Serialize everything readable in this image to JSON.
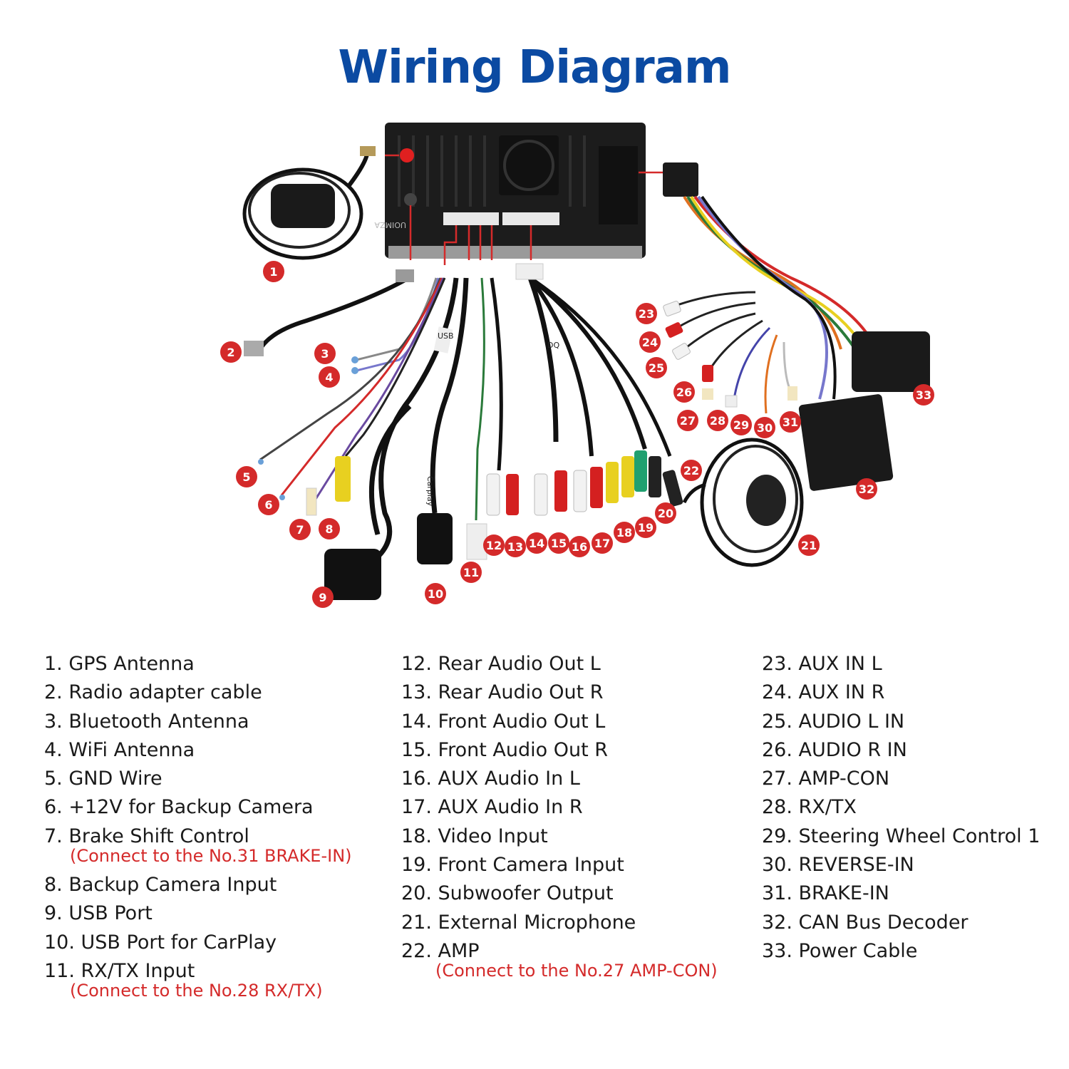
{
  "title": "Wiring Diagram",
  "unit_label": "UOIMZA",
  "cable_labels": {
    "usb": "USB",
    "carplay": "Carplay",
    "dq": "DQ"
  },
  "legend": {
    "col1": [
      {
        "text": "1. GPS Antenna"
      },
      {
        "text": "2. Radio adapter cable"
      },
      {
        "text": "3. Bluetooth Antenna"
      },
      {
        "text": "4. WiFi Antenna"
      },
      {
        "text": "5. GND Wire"
      },
      {
        "text": "6. +12V for Backup Camera"
      },
      {
        "text": "7. Brake Shift Control",
        "note": "(Connect to the No.31 BRAKE-IN)"
      },
      {
        "text": "8. Backup Camera Input"
      },
      {
        "text": "9. USB Port"
      },
      {
        "text": "10. USB Port for CarPlay"
      },
      {
        "text": "11. RX/TX Input",
        "note": "(Connect to the No.28 RX/TX)"
      }
    ],
    "col2": [
      {
        "text": "12. Rear Audio Out L"
      },
      {
        "text": "13. Rear Audio Out R"
      },
      {
        "text": "14. Front Audio Out L"
      },
      {
        "text": "15. Front Audio Out R"
      },
      {
        "text": "16. AUX Audio In L"
      },
      {
        "text": "17. AUX Audio In R"
      },
      {
        "text": "18. Video Input"
      },
      {
        "text": "19. Front Camera Input"
      },
      {
        "text": "20. Subwoofer Output"
      },
      {
        "text": "21. External Microphone"
      },
      {
        "text": "22. AMP",
        "note": "(Connect to the No.27 AMP-CON)"
      }
    ],
    "col3": [
      {
        "text": "23. AUX IN L"
      },
      {
        "text": "24. AUX IN R"
      },
      {
        "text": "25. AUDIO L IN"
      },
      {
        "text": "26. AUDIO R IN"
      },
      {
        "text": "27. AMP-CON"
      },
      {
        "text": "28. RX/TX"
      },
      {
        "text": "29. Steering Wheel Control 1"
      },
      {
        "text": "30. REVERSE-IN"
      },
      {
        "text": "31. BRAKE-IN"
      },
      {
        "text": "32. CAN Bus Decoder"
      },
      {
        "text": "33. Power Cable"
      }
    ]
  },
  "badges": [
    "1",
    "2",
    "3",
    "4",
    "5",
    "6",
    "7",
    "8",
    "9",
    "10",
    "11",
    "12",
    "13",
    "14",
    "15",
    "16",
    "17",
    "18",
    "19",
    "20",
    "21",
    "22",
    "23",
    "24",
    "25",
    "26",
    "27",
    "28",
    "29",
    "30",
    "31",
    "32",
    "33"
  ],
  "colors": {
    "title": "#0b4aa2",
    "badge": "#d42a2a",
    "note": "#d42a2a",
    "unit": "#1c1c1c"
  }
}
